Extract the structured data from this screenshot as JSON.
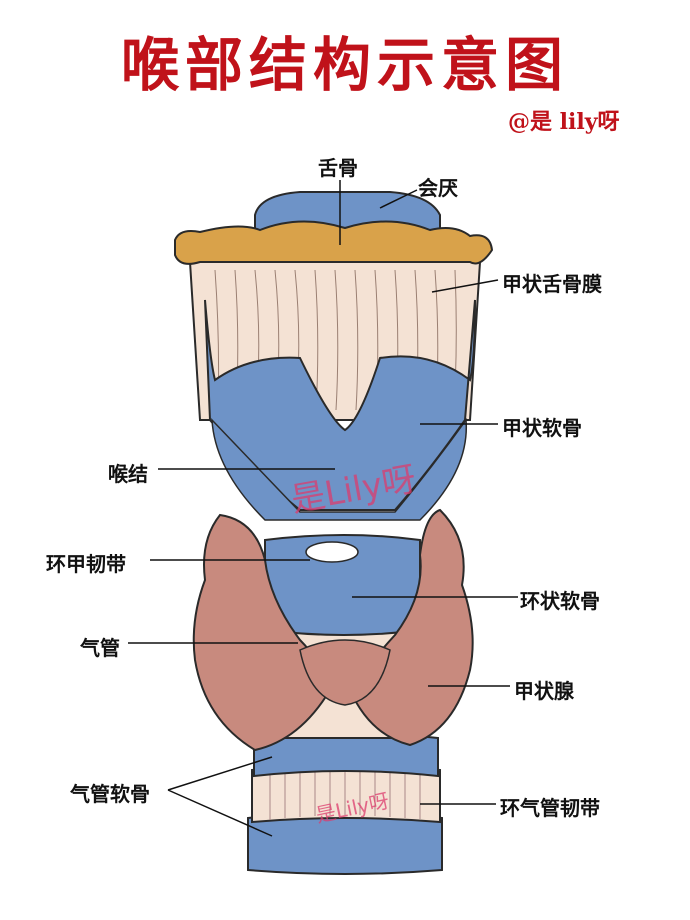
{
  "title": "喉部结构示意图",
  "author": "@是 lily呀",
  "watermarks": [
    "是Lily呀",
    "是Lily呀"
  ],
  "labels": {
    "hyoid": "舌骨",
    "epiglottis": "会厌",
    "thyrohyoid_membrane": "甲状舌骨膜",
    "thyroid_cartilage": "甲状软骨",
    "laryngeal_prominence": "喉结",
    "cricothyroid_ligament": "环甲韧带",
    "cricoid_cartilage": "环状软骨",
    "trachea": "气管",
    "thyroid_gland": "甲状腺",
    "tracheal_cartilage": "气管软骨",
    "annular_ligament": "环气管韧带"
  },
  "colors": {
    "title": "#c0121a",
    "cartilage": "#6e93c7",
    "hyoid": "#d9a24a",
    "membrane": "#f4e2d4",
    "thyroid_gland": "#c88a7e"
  }
}
